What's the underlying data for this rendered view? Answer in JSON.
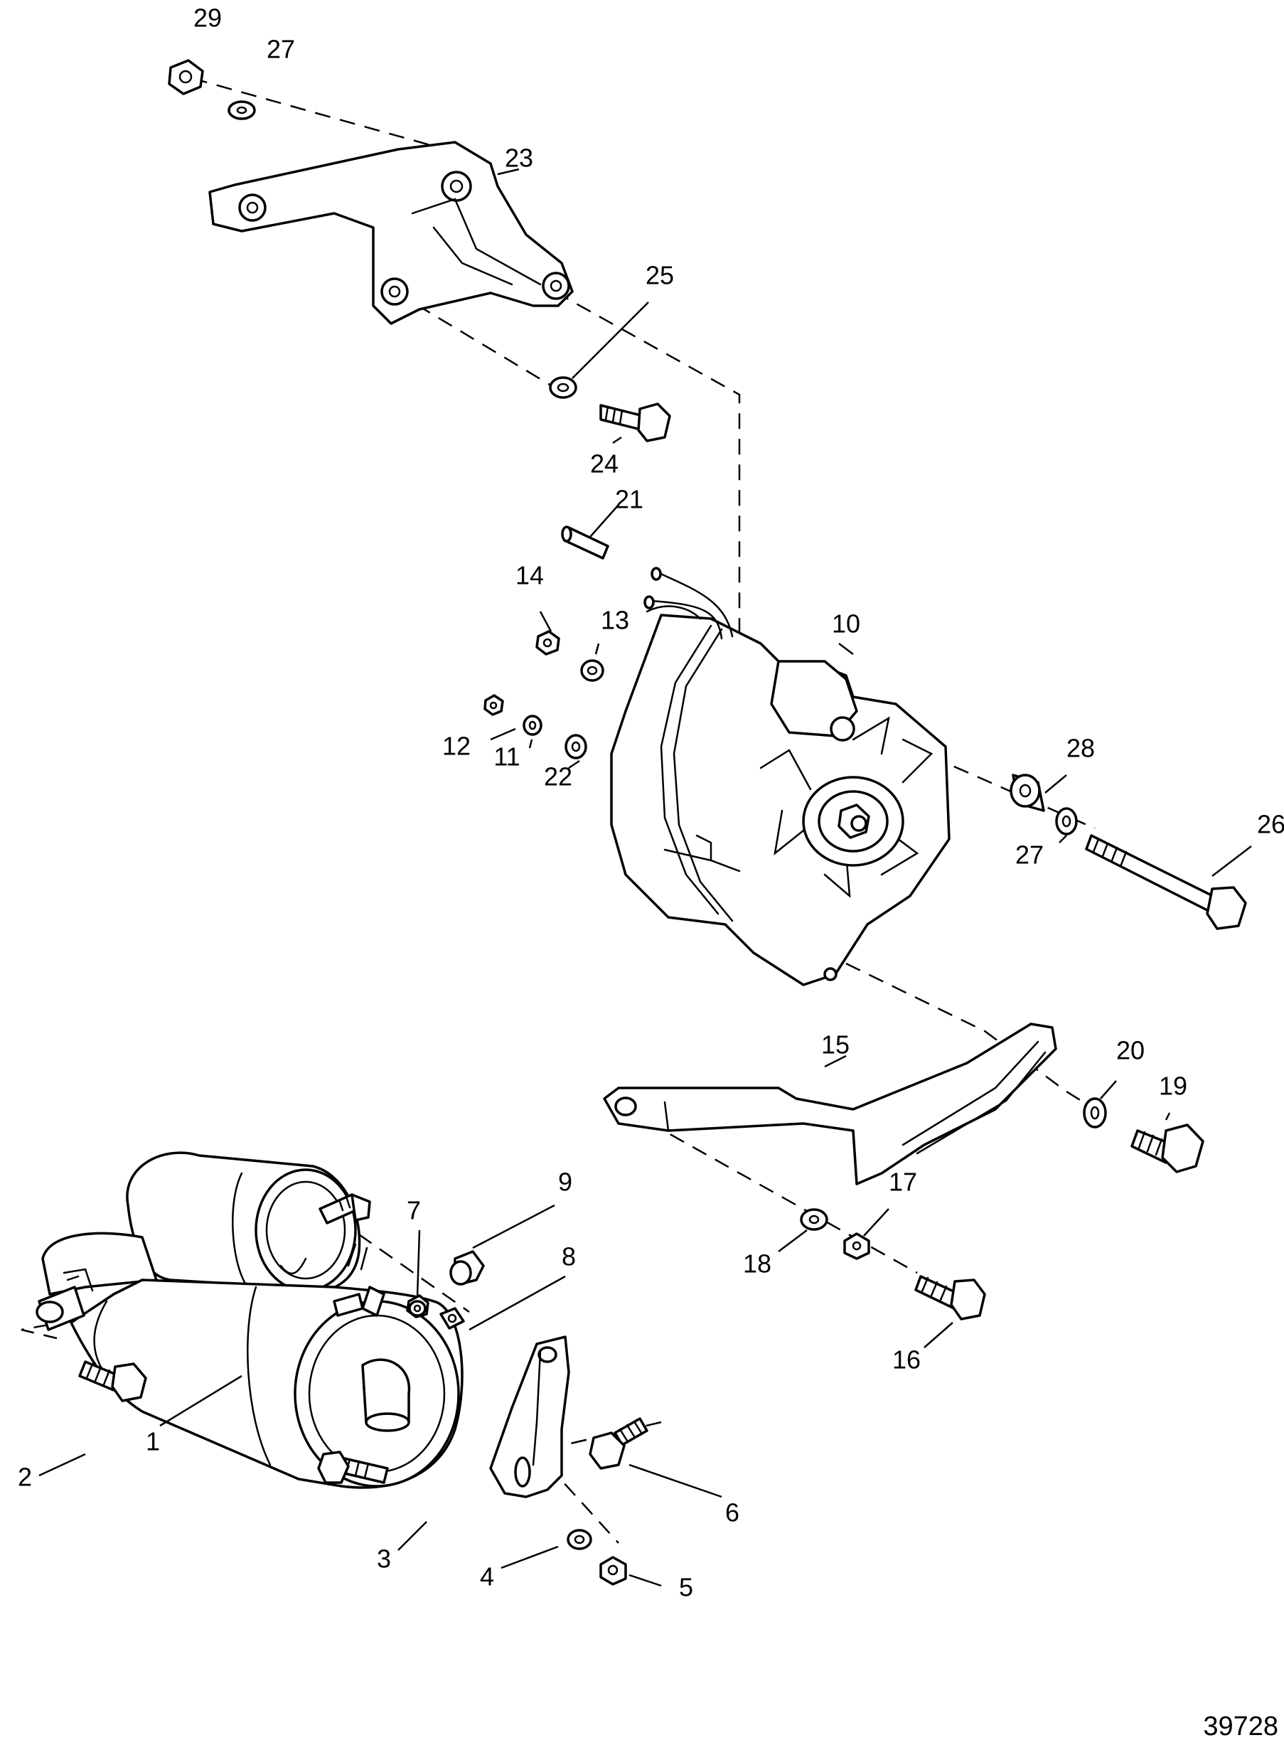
{
  "figure_number": "39728",
  "part_labels": [
    "1",
    "2",
    "3",
    "4",
    "5",
    "6",
    "7",
    "8",
    "9",
    "10",
    "11",
    "12",
    "13",
    "14",
    "15",
    "16",
    "17",
    "18",
    "19",
    "20",
    "21",
    "22",
    "23",
    "24",
    "25",
    "26",
    "27",
    "27",
    "28",
    "29"
  ]
}
